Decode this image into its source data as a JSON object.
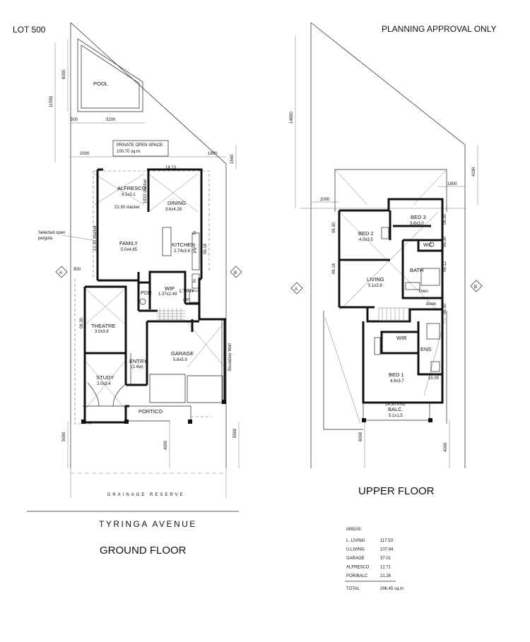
{
  "labels": {
    "lot": "LOT 500",
    "planning": "PLANNING APPROVAL ONLY",
    "ground_floor": "GROUND FLOOR",
    "upper_floor": "UPPER FLOOR",
    "street": "TYRINGA AVENUE",
    "drainage": "DRAINAGE RESERVE",
    "pos_line1": "PRIVATE OPEN SPACE:",
    "pos_line2": "100.70 sq.m.",
    "selected_pergola_1": "Selected open",
    "selected_pergola_2": "pergola",
    "boundary_wall": "Boundary Wall",
    "section_a": "A",
    "section_b": "B"
  },
  "ground_rooms": {
    "pool": "POOL",
    "alfresco": "ALFRESCO",
    "alfresco_size": "4.1x3.1",
    "dining": "DINING",
    "dining_size": "3.6x4.28",
    "family": "FAMILY",
    "family_size": "5.0x4.85",
    "kitchen": "KITCHEN",
    "kitchen_size": "2.74x3.6",
    "pdr": "PDR",
    "wip": "WIP",
    "wip_size": "1.37x2.49",
    "ldry": "L'DRY",
    "theatre": "THEATRE",
    "theatre_size": "3.0x3.8",
    "garage": "GARAGE",
    "garage_size": "5.8x5.9",
    "entry": "ENTRY",
    "entry_size": "(1.6w)",
    "study": "STUDY",
    "study_size": "3.0x3.4",
    "portico": "PORTICO",
    "pty": "pty",
    "fp": "fp",
    "ln": "ln",
    "wm": "wm"
  },
  "upper_rooms": {
    "bed2": "BED 2",
    "bed2_size": "4.0x3.5",
    "bed3": "BED 3",
    "bed3_size": "3.8x3.0",
    "wc": "WC",
    "bath": "BATH",
    "linen": "linen",
    "living": "LIVING",
    "living_size": "5.1x3.8",
    "down": "down",
    "wir": "WIR",
    "ens": "ENS",
    "bed1": "BED 1",
    "bed1_size": "4.9x3.7",
    "balc": "BALC.",
    "balc_size": "5.1x1.5",
    "asd": "24.30 ASD"
  },
  "dimensions": {
    "g_6000": "6000",
    "g_11550": "11550",
    "g_500": "500",
    "g_5200": "5200",
    "g_2000": "2000",
    "g_1800": "1800",
    "g_1540": "1540",
    "g_900": "900",
    "g_5000": "5000",
    "g_4000": "4000",
    "g_5500": "5500",
    "g_1813": "18.13",
    "g_1810": "1810 stacker",
    "g_2130": "21.30 stacker",
    "g_2130v": "21.30 stacker",
    "g_0630a": "06.30",
    "g_0630b": "06.30",
    "g_0618": "06.18",
    "u_14650": "14650",
    "u_4190": "4190",
    "u_2000": "2000",
    "u_1800": "1800",
    "u_6000": "6000",
    "u_4000": "4000",
    "u_1505": "15.05",
    "u_0630a": "06.30",
    "u_0630b": "06.18",
    "u_0630c": "06.30",
    "u_0630d": "06.30",
    "u_0612": "06.12",
    "u_0630e": "06.30"
  },
  "areas": {
    "title": "AREAS:",
    "rows": [
      {
        "label": "L. LIVING",
        "value": "117.53"
      },
      {
        "label": "U.LIVING",
        "value": "107.94"
      },
      {
        "label": "GARAGE",
        "value": "37.01"
      },
      {
        "label": "ALFRESCO",
        "value": "12.71"
      },
      {
        "label": "POR/BALC",
        "value": "21.26"
      }
    ],
    "total_label": "TOTAL",
    "total_value": "296.45 sq.m"
  }
}
